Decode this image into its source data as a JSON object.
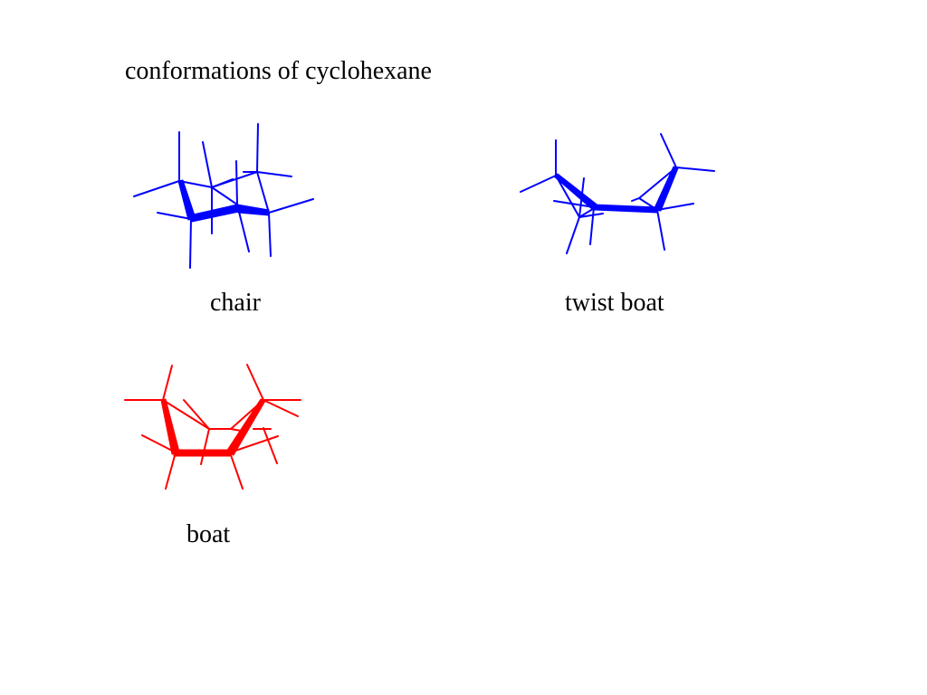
{
  "title": "conformations of cyclohexane",
  "labels": {
    "chair": "chair",
    "twist_boat": "twist boat",
    "boat": "boat"
  },
  "colors": {
    "chair": "#0000ff",
    "twist_boat": "#0000ff",
    "boat": "#ff0000",
    "text": "#000000"
  }
}
